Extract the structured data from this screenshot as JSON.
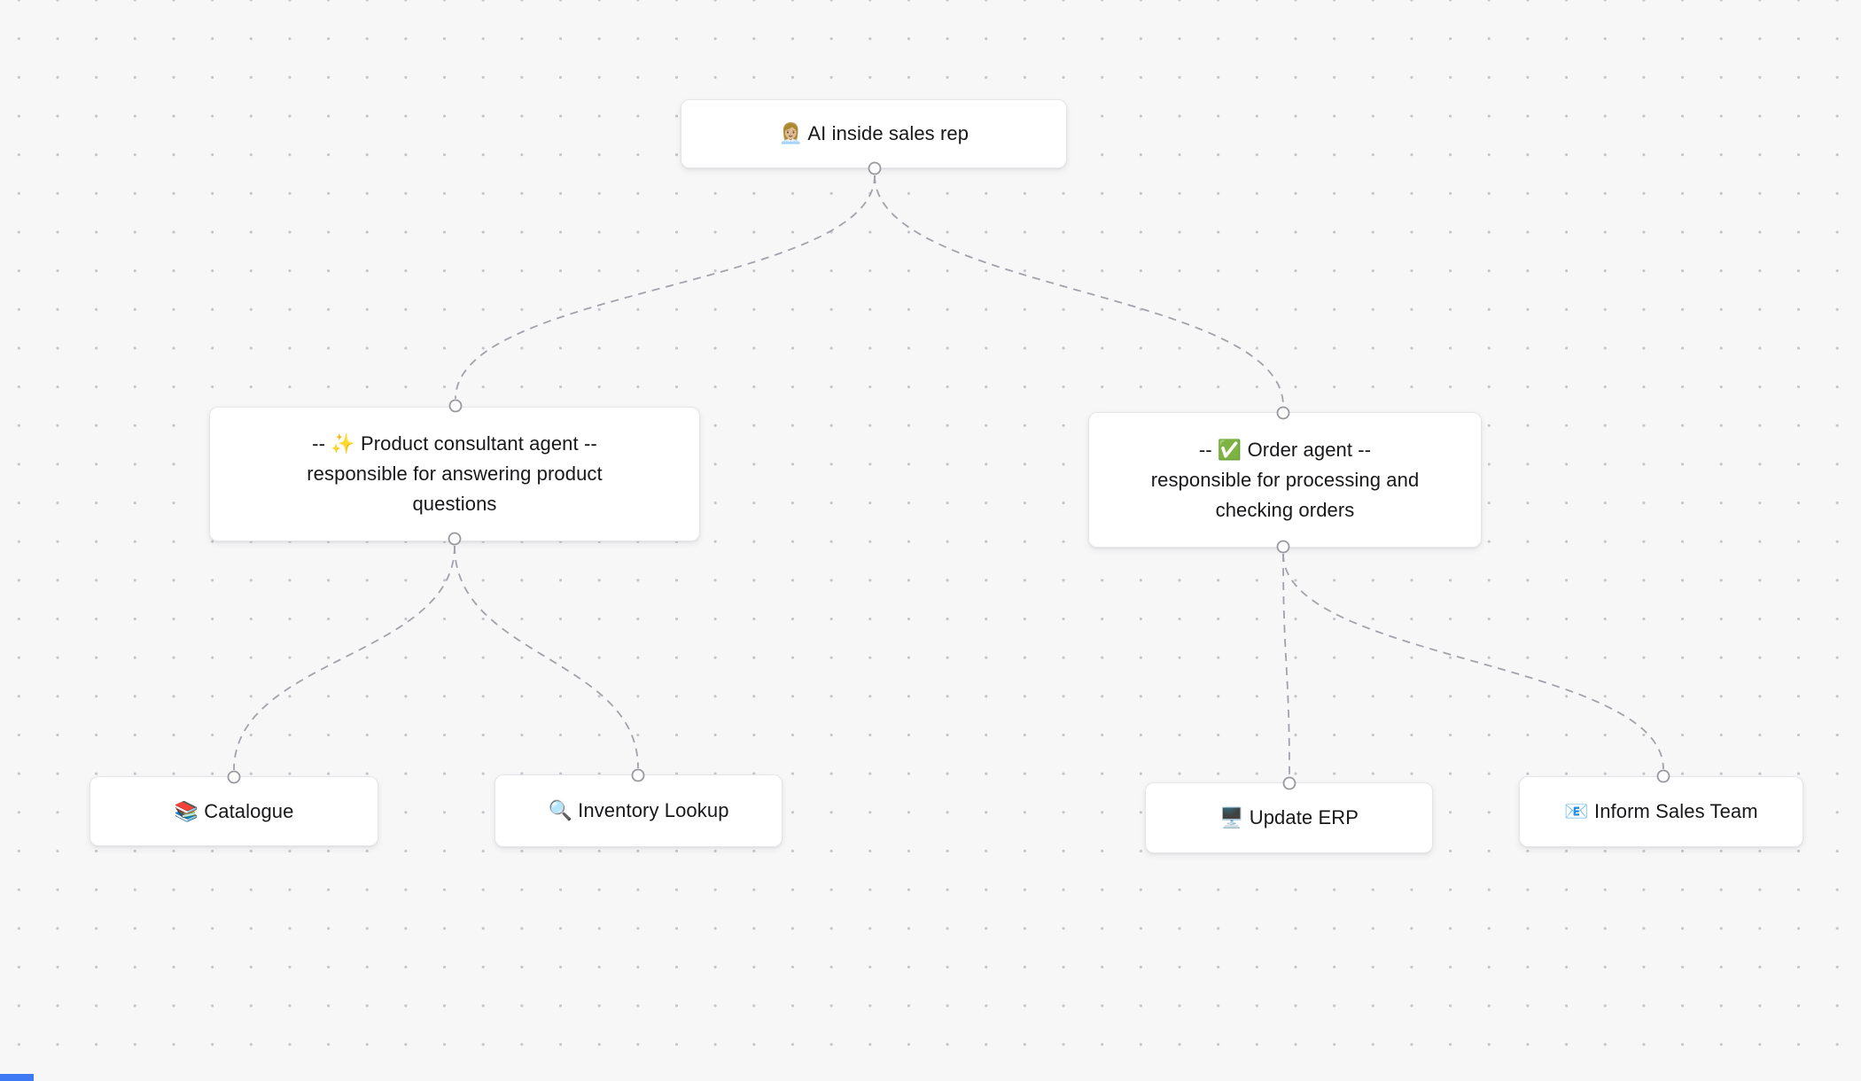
{
  "canvas": {
    "background_color": "#f7f7f8",
    "dot_color": "#c4c4ca",
    "edge_color": "#a2a2aa",
    "node_background": "#ffffff",
    "node_border_color": "#e6e6ea",
    "text_color": "#18181b",
    "corner_accent_color": "#3f7af5"
  },
  "nodes": [
    {
      "id": "root",
      "emoji_icon": "woman-office-worker",
      "label": "👩🏼‍💼 AI inside sales rep"
    },
    {
      "id": "product-consultant-agent",
      "emoji_icon": "sparkles",
      "lines": [
        "-- ✨ Product consultant agent --",
        "responsible for answering product",
        "questions"
      ]
    },
    {
      "id": "order-agent",
      "emoji_icon": "check-mark-button",
      "lines": [
        "-- ✅ Order agent --",
        "responsible for processing and",
        "checking orders"
      ]
    },
    {
      "id": "catalogue",
      "emoji_icon": "books",
      "label": "📚 Catalogue"
    },
    {
      "id": "inventory-lookup",
      "emoji_icon": "magnifying-glass",
      "label": "🔍 Inventory Lookup"
    },
    {
      "id": "update-erp",
      "emoji_icon": "desktop-computer",
      "label": "🖥️ Update ERP"
    },
    {
      "id": "inform-sales-team",
      "emoji_icon": "e-mail",
      "label": "📧 Inform Sales Team"
    }
  ],
  "edges": [
    {
      "from": "root",
      "to": "product-consultant-agent",
      "style": "dashed-bezier"
    },
    {
      "from": "root",
      "to": "order-agent",
      "style": "dashed-bezier"
    },
    {
      "from": "product-consultant-agent",
      "to": "catalogue",
      "style": "dashed-bezier"
    },
    {
      "from": "product-consultant-agent",
      "to": "inventory-lookup",
      "style": "dashed-bezier"
    },
    {
      "from": "order-agent",
      "to": "update-erp",
      "style": "dashed-bezier"
    },
    {
      "from": "order-agent",
      "to": "inform-sales-team",
      "style": "dashed-bezier"
    }
  ]
}
